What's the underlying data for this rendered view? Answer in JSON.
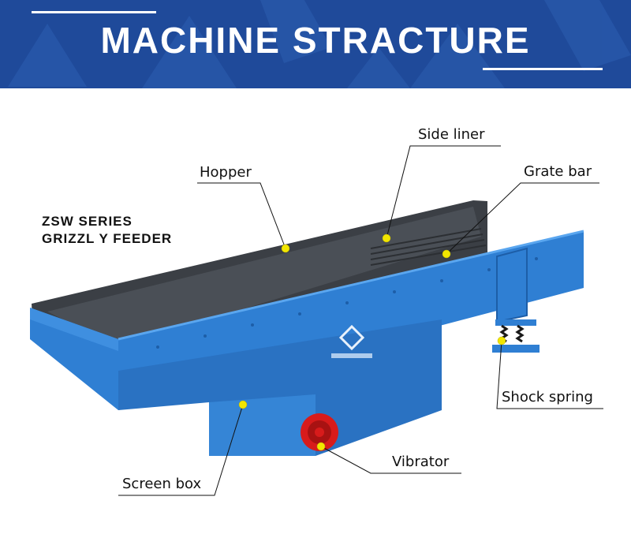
{
  "header": {
    "title": "MACHINE STRACTURE"
  },
  "product": {
    "line1": "ZSW SERIES",
    "line2": "GRIZZL Y FEEDER"
  },
  "labels": {
    "side_liner": "Side liner",
    "hopper": "Hopper",
    "grate_bar": "Grate bar",
    "shock_spring": "Shock spring",
    "vibrator": "Vibrator",
    "screen_box": "Screen box"
  },
  "colors": {
    "banner": "#1f4a9a",
    "machine_blue": "#2f7fd3",
    "liner_dark": "#3b3f45",
    "dot": "#f2e600",
    "vibrator_red": "#d81b1b"
  },
  "icons": {
    "brand_logo": "brand-logo-icon"
  }
}
